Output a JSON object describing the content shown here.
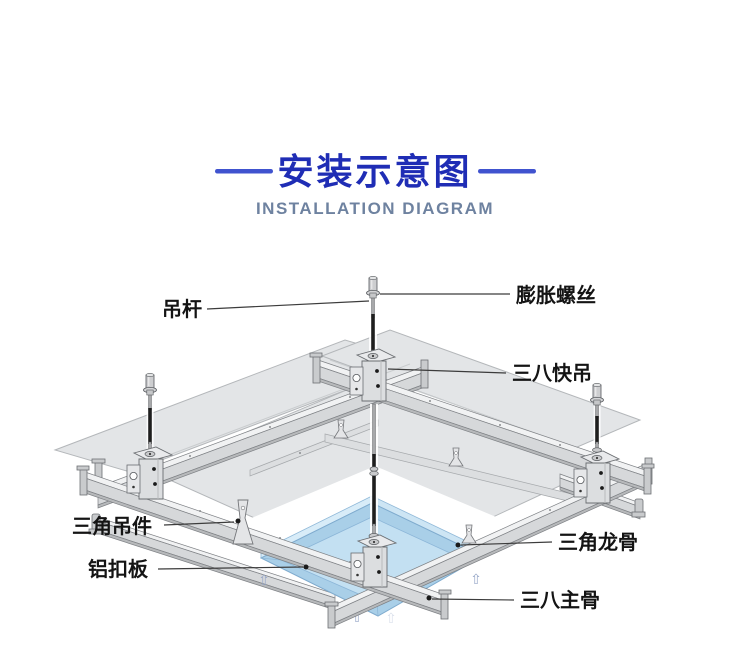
{
  "header": {
    "title": "安装示意图",
    "subtitle": "INSTALLATION DIAGRAM",
    "title_color": "#1f2db5",
    "subtitle_color": "#6e82a0",
    "dash_color": "#4053cf"
  },
  "diagram": {
    "labels": {
      "hanging_rod": "吊杆",
      "expansion_screw": "膨胀螺丝",
      "quick_hanger": "三八快吊",
      "triangle_hanger": "三角吊件",
      "aluminum_panel": "铝扣板",
      "triangle_keel": "三角龙骨",
      "main_keel": "三八主骨"
    },
    "arrow_glyph": "⇧",
    "colors": {
      "panel_grey": "#e3e5e7",
      "panel_blue": "#a9cfe8",
      "panel_blue_light": "#c3e0f2",
      "metal_light": "#f1f2f3",
      "metal_front": "#d6d8da",
      "outline": "#7e8185",
      "label_text": "#141414",
      "leader_line": "#3c3c3c",
      "rod_dark": "#1e1e1e"
    }
  }
}
